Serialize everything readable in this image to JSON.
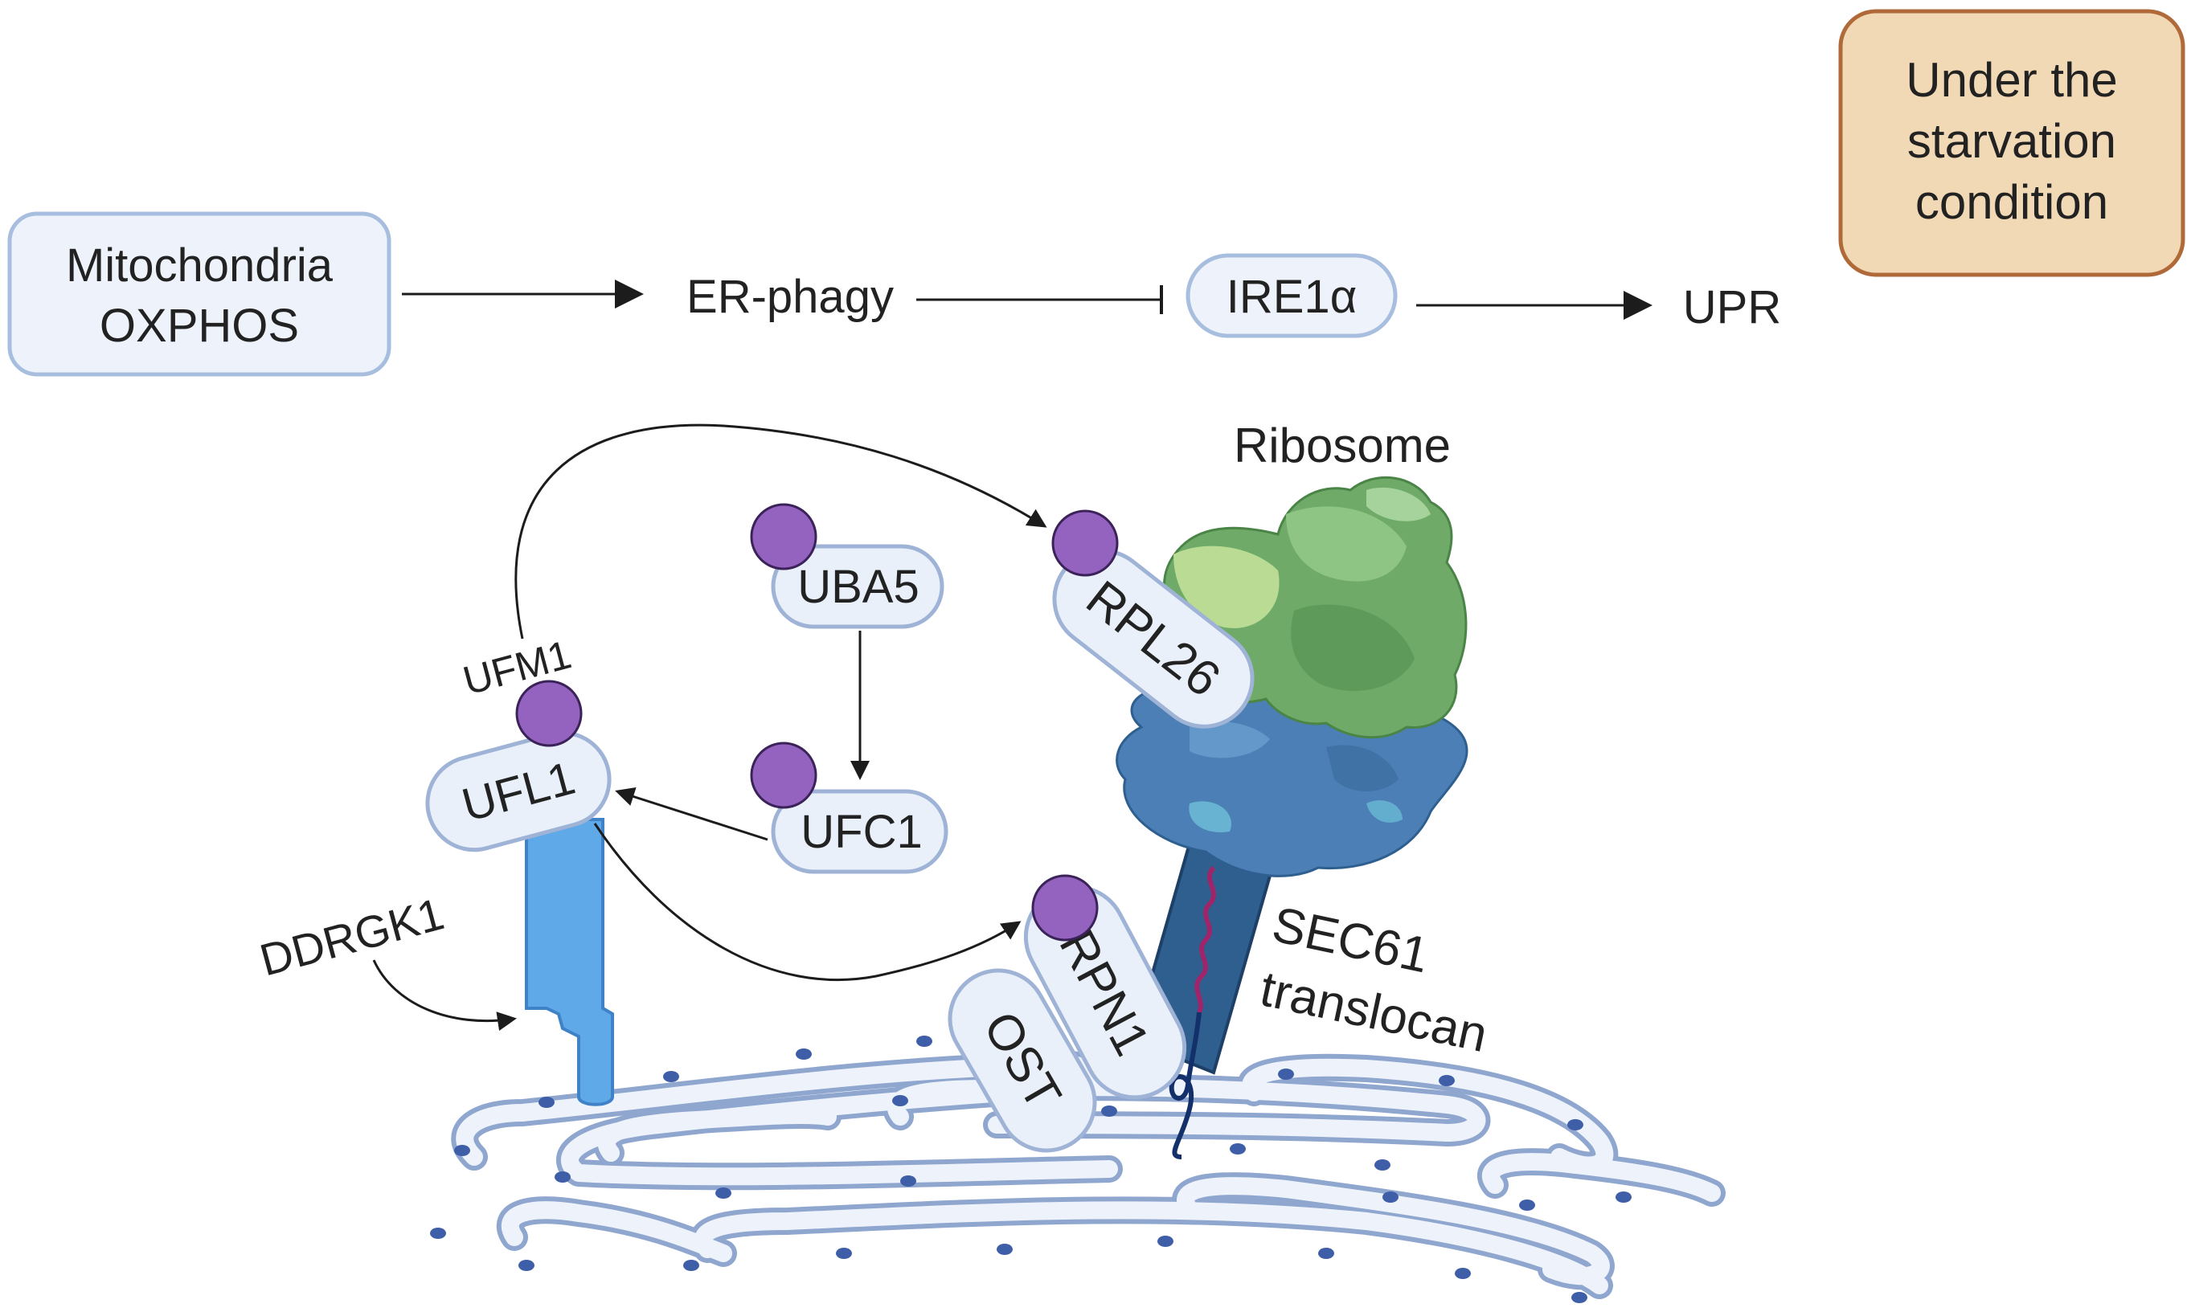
{
  "top_pathway": {
    "mitochondria_line1": "Mitochondria",
    "mitochondria_line2": "OXPHOS",
    "erphagy": "ER-phagy",
    "ire1a": "IRE1α",
    "upr": "UPR"
  },
  "condition_note": {
    "line1": "Under the",
    "line2": "starvation",
    "line3": "condition",
    "fill_color": "#f2d9b6",
    "border_color": "#b06a3a"
  },
  "labels": {
    "ribosome": "Ribosome",
    "uba5": "UBA5",
    "ufc1": "UFC1",
    "ufl1": "UFL1",
    "ufm1": "UFM1",
    "ddrgk1": "DDRGK1",
    "rpl26": "RPL26",
    "rpn1": "RPN1",
    "ost": "OST",
    "sec61_line1": "SEC61",
    "sec61_line2": "translocan"
  },
  "colors": {
    "ufm1_circle": "#9462bf",
    "protein_pill": "#e9f0fa",
    "ddrgk1_anchor": "#5fa9e8",
    "ribosome_large": "#6faa68",
    "ribosome_small": "#4b7fb5",
    "er_membrane": "#c9d7ee"
  }
}
